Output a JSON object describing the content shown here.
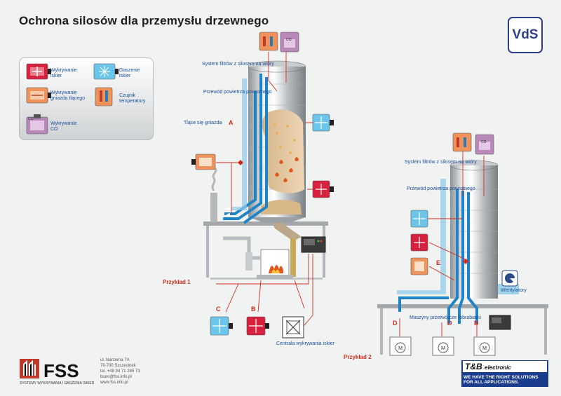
{
  "title": "Ochrona silosów dla przemysłu drzewnego",
  "badge": "VdS",
  "legend": {
    "spark_detection": "Wykrywanie iskier",
    "extinguishing": "Gaszenie iskier",
    "smoulder_detection": "Wykrywanie gniazda tlącego",
    "temp_sensor": "Czujnik temperatury",
    "co_detection": "Wykrywanie CO"
  },
  "example1": {
    "label": "Przykład 1",
    "filter": "System filtrów z silosem na wióry",
    "return_air": "Przewód powietrza powrotnego",
    "nest": "Tlące się gniazda",
    "central": "Centrala wykrywania iskier"
  },
  "example2": {
    "label": "Przykład 2",
    "filter": "System filtrów z silosem na wióry",
    "return_air": "Przewód powietrza powrotnego",
    "fans": "Wentylatory",
    "machines": "Maszyny przetwórcze /obrabiarki"
  },
  "co_tag": "CO",
  "letters": {
    "a": "A",
    "b": "B",
    "c": "C",
    "d1": "D",
    "d2": "D",
    "d3": "D",
    "e": "E"
  },
  "footer": {
    "company_sub": "SYSTEMY WYKRYWANIA I GASZENIA ISKIER",
    "address": [
      "ul. Narzerna 7A",
      "70-700 Szczecinek",
      "tel. +48 94 71 285 73",
      "biuro@fss.info.pl",
      "www.fss.info.pl"
    ],
    "tb_logo_big": "T&B",
    "tb_logo_small": "electronic",
    "slogan_1": "WE HAVE THE RIGHT SOLUTIONS",
    "slogan_2": "FOR ALL APPLICATIONS."
  },
  "colors": {
    "spark": "#d8213f",
    "extinguish": "#6cc5ea",
    "smoulder": "#f0935a",
    "co": "#b889b8",
    "duct": "#1f84c6",
    "signal": "#d52b1e",
    "brand_blue": "#1a3c8c"
  }
}
